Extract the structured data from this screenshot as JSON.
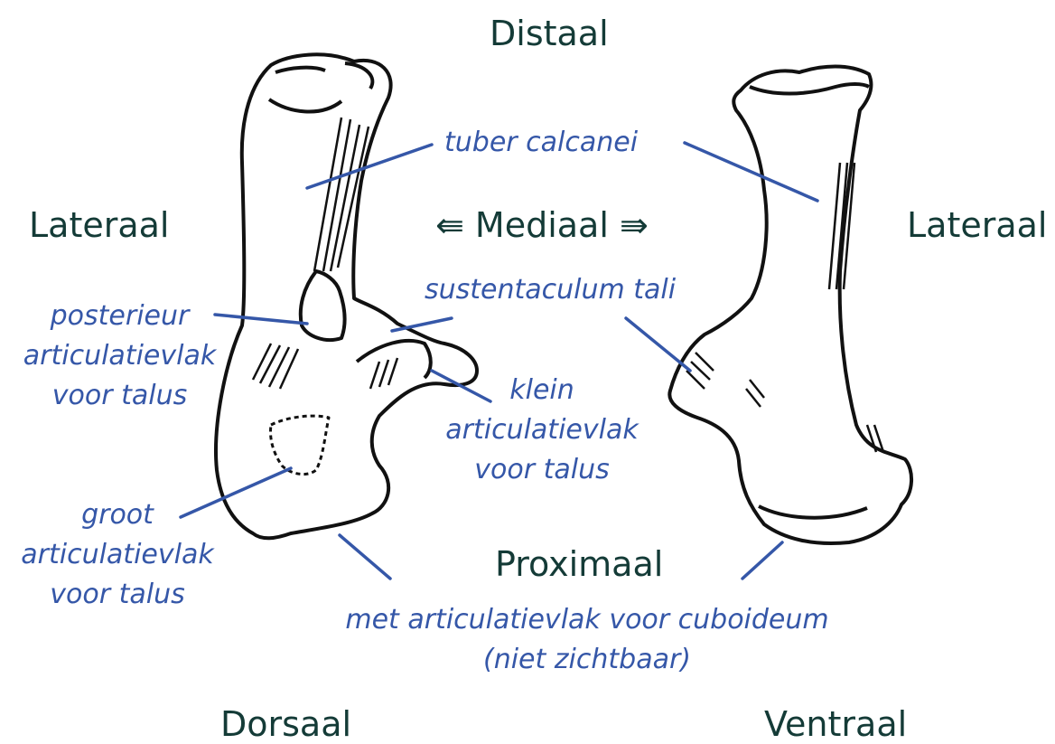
{
  "directions": {
    "distal": "Distaal",
    "lateral_left": "Lateraal",
    "medial": "⇚ Mediaal ⇛",
    "lateral_right": "Lateraal",
    "proximal": "Proximaal",
    "dorsal": "Dorsaal",
    "ventral": "Ventraal"
  },
  "annotations": {
    "tuber": "tuber calcanei",
    "sustentaculum": "sustentaculum tali",
    "posterior": [
      "posterieur",
      "articulatievlak",
      "voor talus"
    ],
    "small": [
      "klein",
      "articulatievlak",
      "voor talus"
    ],
    "large": [
      "groot",
      "articulatievlak",
      "voor talus"
    ],
    "cuboid": [
      "met articulatievlak voor cuboideum",
      "(niet zichtbaar)"
    ]
  },
  "colors": {
    "direction_text": "#143b37",
    "annotation": "#3557a8",
    "bone_outline": "#111111"
  }
}
